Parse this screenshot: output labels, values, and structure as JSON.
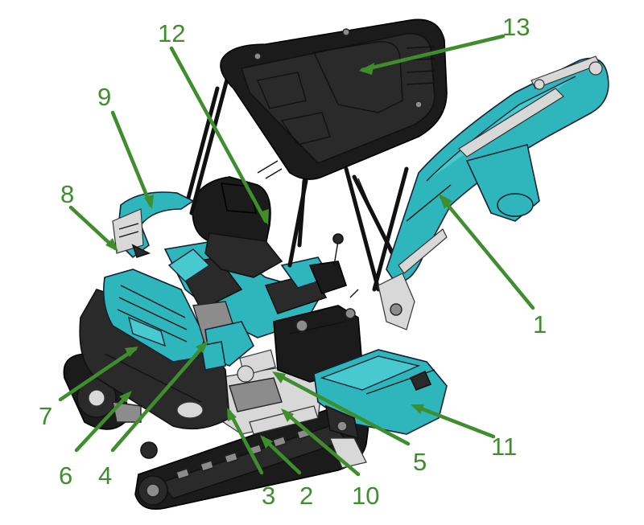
{
  "colors": {
    "callout": "#3e8e2e",
    "body": "#2fb6bd",
    "dark_parts": "#2a2a2a"
  },
  "callouts": [
    {
      "id": "1",
      "label": "1"
    },
    {
      "id": "2",
      "label": "2"
    },
    {
      "id": "3",
      "label": "3"
    },
    {
      "id": "4",
      "label": "4"
    },
    {
      "id": "5",
      "label": "5"
    },
    {
      "id": "6",
      "label": "6"
    },
    {
      "id": "7",
      "label": "7"
    },
    {
      "id": "8",
      "label": "8"
    },
    {
      "id": "9",
      "label": "9"
    },
    {
      "id": "10",
      "label": "10"
    },
    {
      "id": "11",
      "label": "11"
    },
    {
      "id": "12",
      "label": "12"
    },
    {
      "id": "13",
      "label": "13"
    }
  ]
}
